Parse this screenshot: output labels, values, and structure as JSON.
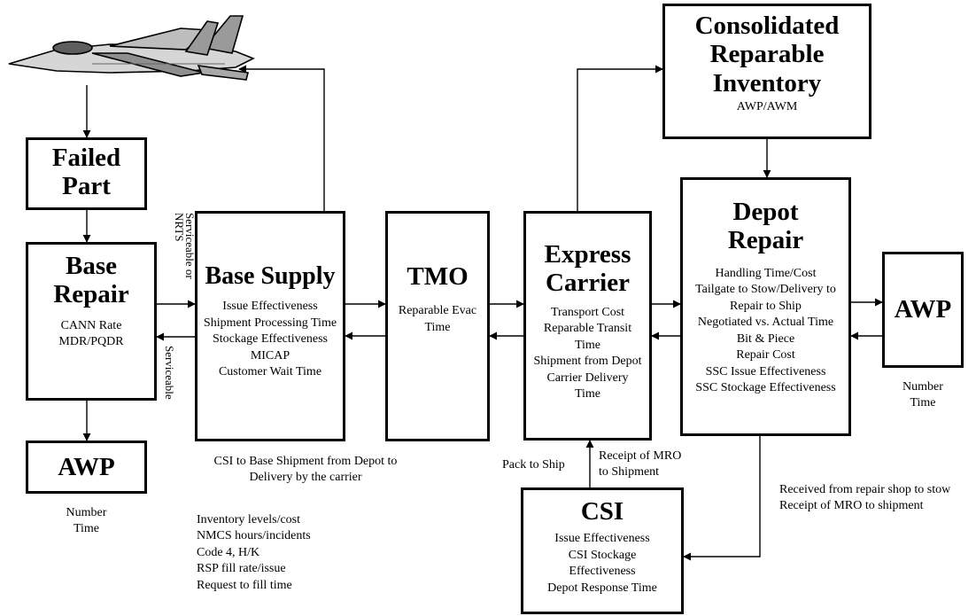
{
  "failed_part": {
    "title": "Failed Part"
  },
  "base_repair": {
    "title": "Base Repair",
    "items": [
      "CANN Rate",
      "MDR/PQDR"
    ]
  },
  "awp_left": {
    "title": "AWP",
    "caption": [
      "Number",
      "Time"
    ]
  },
  "base_supply": {
    "title": "Base Supply",
    "items": [
      "Issue Effectiveness",
      "Shipment Processing Time",
      "Stockage Effectiveness",
      "MICAP",
      "Customer Wait Time"
    ]
  },
  "tmo": {
    "title": "TMO",
    "items": [
      "Reparable Evac",
      "Time"
    ]
  },
  "express_carrier": {
    "title": "Express Carrier",
    "items": [
      "Transport Cost",
      "Reparable Transit",
      "Time",
      "Shipment from Depot",
      "Carrier Delivery",
      "Time"
    ]
  },
  "cri": {
    "title": "Consolidated Reparable Inventory",
    "sub": "AWP/AWM"
  },
  "depot_repair": {
    "title": "Depot Repair",
    "items": [
      "Handling Time/Cost",
      "Tailgate to Stow/Delivery to",
      "Repair to Ship",
      "Negotiated vs. Actual Time",
      "Bit & Piece",
      "Repair Cost",
      "SSC Issue Effectiveness",
      "SSC Stockage Effectiveness"
    ]
  },
  "awp_right": {
    "title": "AWP",
    "caption": [
      "Number",
      "Time"
    ]
  },
  "csi": {
    "title": "CSI",
    "items": [
      "Issue Effectiveness",
      "CSI Stockage",
      "Effectiveness",
      "Depot Response Time"
    ]
  },
  "labels": {
    "serviceable_or_nrts": "Serviceable or NRTS",
    "serviceable": "Serviceable",
    "csi_to_base": [
      "CSI to Base Shipment from Depot to",
      "Delivery by the carrier"
    ],
    "inventory_notes": [
      "Inventory levels/cost",
      "NMCS hours/incidents",
      "Code 4, H/K",
      "RSP fill rate/issue",
      "Request to fill time"
    ],
    "pack_to_ship": "Pack to Ship",
    "receipt_mro_ship": [
      "Receipt of MRO",
      "to Shipment"
    ],
    "received_from_repair": [
      "Received from repair shop to stow",
      "Receipt of MRO to shipment"
    ]
  }
}
